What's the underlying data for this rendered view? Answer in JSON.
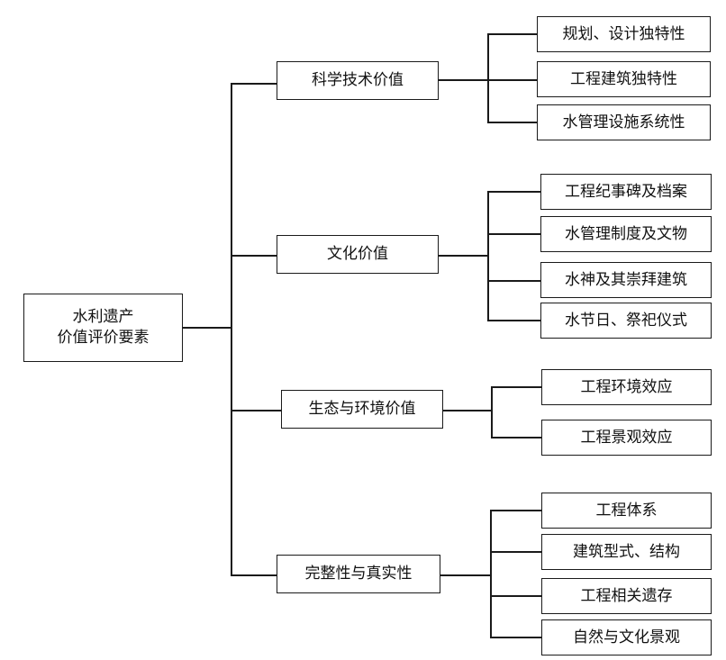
{
  "root": {
    "line1": "水利遗产",
    "line2": "价值评价要素"
  },
  "categories": [
    {
      "label": "科学技术价值",
      "items": [
        "规划、设计独特性",
        "工程建筑独特性",
        "水管理设施系统性"
      ]
    },
    {
      "label": "文化价值",
      "items": [
        "工程纪事碑及档案",
        "水管理制度及文物",
        "水神及其崇拜建筑",
        "水节日、祭祀仪式"
      ]
    },
    {
      "label": "生态与环境价值",
      "items": [
        "工程环境效应",
        "工程景观效应"
      ]
    },
    {
      "label": "完整性与真实性",
      "items": [
        "工程体系",
        "建筑型式、结构",
        "工程相关遗存",
        "自然与文化景观"
      ]
    }
  ],
  "colors": {
    "stroke": "#1a1a1a",
    "background": "#ffffff",
    "text": "#111111"
  }
}
